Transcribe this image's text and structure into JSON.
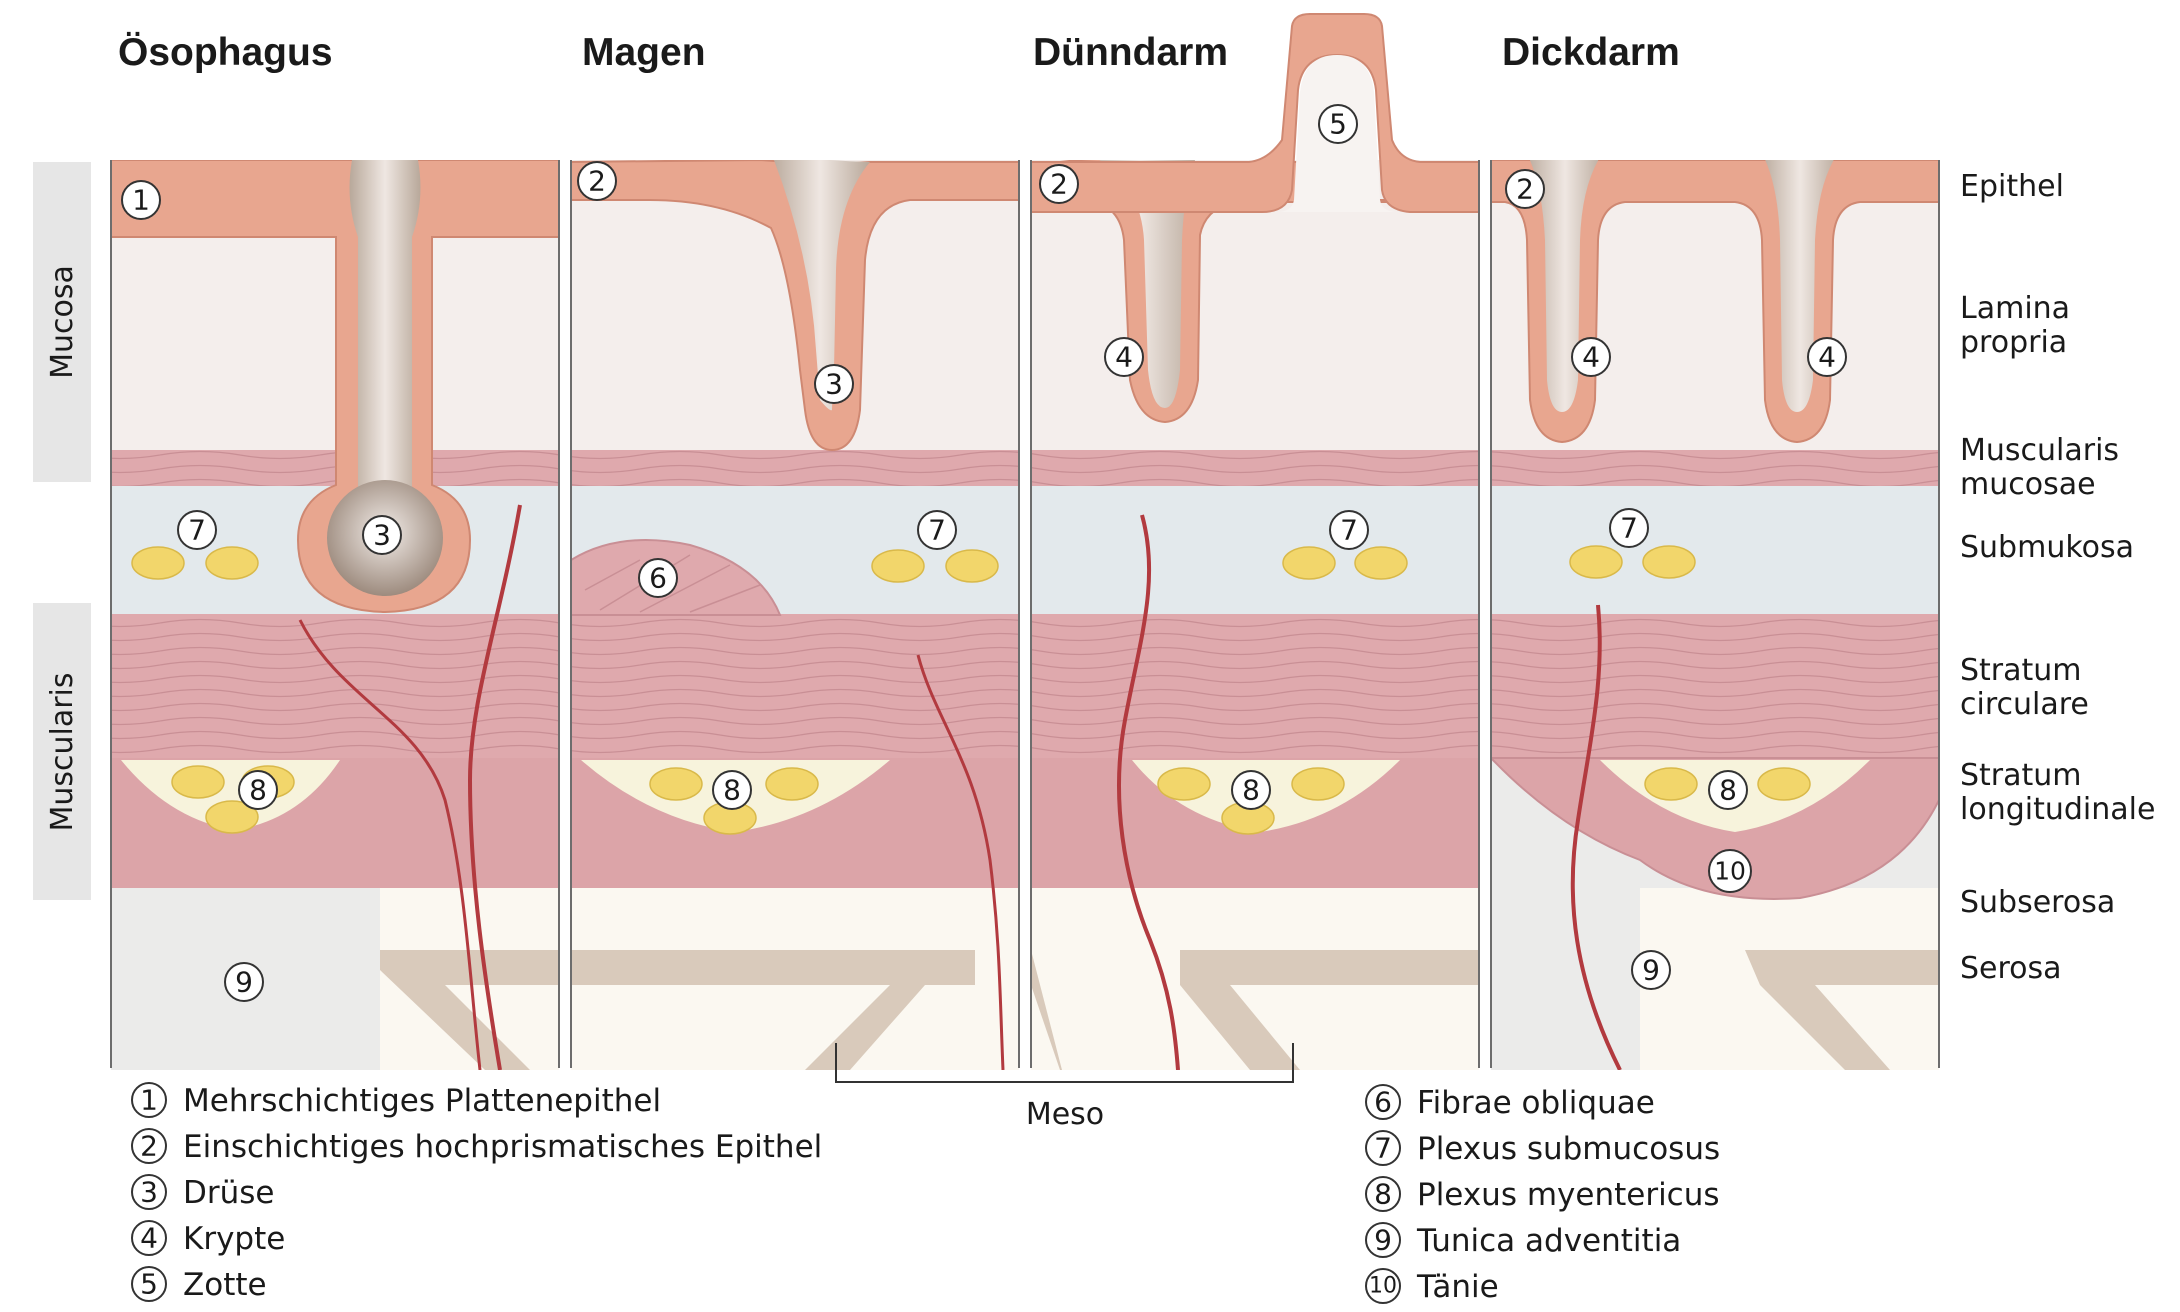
{
  "titles": {
    "oesophagus": "Ösophagus",
    "magen": "Magen",
    "duenndarm": "Dünndarm",
    "dickdarm": "Dickdarm"
  },
  "side_labels": {
    "mucosa": "Mucosa",
    "muscularis": "Muscularis"
  },
  "layer_labels": {
    "epithel": "Epithel",
    "lamina_line1": "Lamina",
    "lamina_line2": "propria",
    "musc_mucosae_line1": "Muscularis",
    "musc_mucosae_line2": "mucosae",
    "submukosa": "Submukosa",
    "circulare_line1": "Stratum",
    "circulare_line2": "circulare",
    "longitudinale_line1": "Stratum",
    "longitudinale_line2": "longitudinale",
    "subserosa": "Subserosa",
    "serosa": "Serosa"
  },
  "meso_label": "Meso",
  "markers": {
    "m1": "1",
    "m2": "2",
    "m3": "3",
    "m4": "4",
    "m5": "5",
    "m6": "6",
    "m7": "7",
    "m8": "8",
    "m9": "9",
    "m10": "10"
  },
  "legend_left": [
    {
      "num": "1",
      "text": "Mehrschichtiges Plattenepithel"
    },
    {
      "num": "2",
      "text": "Einschichtiges hochprismatisches Epithel"
    },
    {
      "num": "3",
      "text": "Drüse"
    },
    {
      "num": "4",
      "text": "Krypte"
    },
    {
      "num": "5",
      "text": "Zotte"
    }
  ],
  "legend_right": [
    {
      "num": "6",
      "text": "Fibrae obliquae"
    },
    {
      "num": "7",
      "text": "Plexus submucosus"
    },
    {
      "num": "8",
      "text": "Plexus myentericus"
    },
    {
      "num": "9",
      "text": "Tunica adventitia"
    },
    {
      "num": "10",
      "text": "Tänie"
    }
  ],
  "colors": {
    "epithelium": "#e8a68f",
    "epithelium_edge": "#cf8872",
    "lumen": "#c2b4a8",
    "lamina": "#f4eeec",
    "muscle": "#dfa9ad",
    "muscle_line": "#c98f95",
    "submucosa": "#e3e9ec",
    "plexus_area": "#f7f3dc",
    "ganglion": "#f2d66b",
    "vessel": "#b23a3f",
    "serosa_band": "#d9cabb",
    "adventitia": "#ebebea",
    "side_bar": "#e6e6e6"
  }
}
